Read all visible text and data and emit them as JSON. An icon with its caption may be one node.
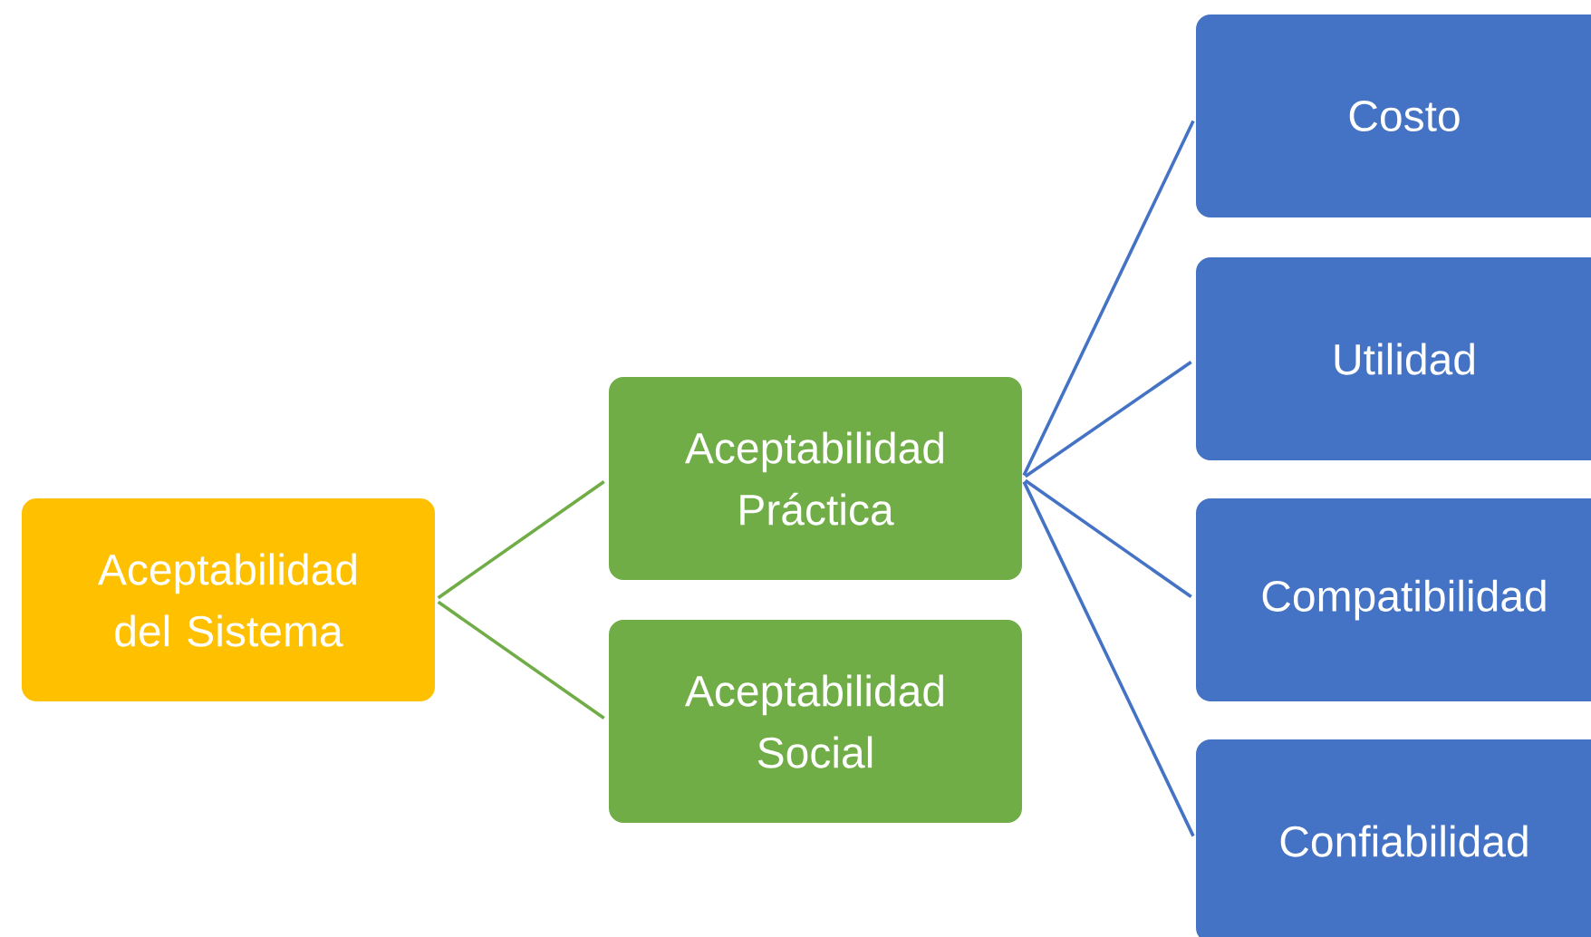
{
  "diagram": {
    "nodes": [
      {
        "text": [
          "Aceptabilidad del Sistema"
        ]
      },
      {
        "text": [
          "Aceptabilidad Práctica"
        ]
      },
      {
        "text": [
          "Aceptabilidad Social"
        ]
      },
      {
        "text": [
          "Costo"
        ]
      },
      {
        "text": [
          "Utilidad"
        ]
      },
      {
        "text": [
          "Compatibilidad"
        ]
      },
      {
        "text": [
          "Confiabilidad"
        ]
      }
    ],
    "edges": [
      {
        "from": 0,
        "to": 1,
        "arrow": "none",
        "color": "#70ad47"
      },
      {
        "from": 0,
        "to": 2,
        "arrow": "none",
        "color": "#70ad47"
      },
      {
        "from": 1,
        "to": 3,
        "arrow": "none"
      },
      {
        "from": 1,
        "to": 4,
        "arrow": "none"
      },
      {
        "from": 1,
        "to": 5,
        "arrow": "none"
      },
      {
        "from": 1,
        "to": 6,
        "arrow": "none"
      }
    ]
  }
}
